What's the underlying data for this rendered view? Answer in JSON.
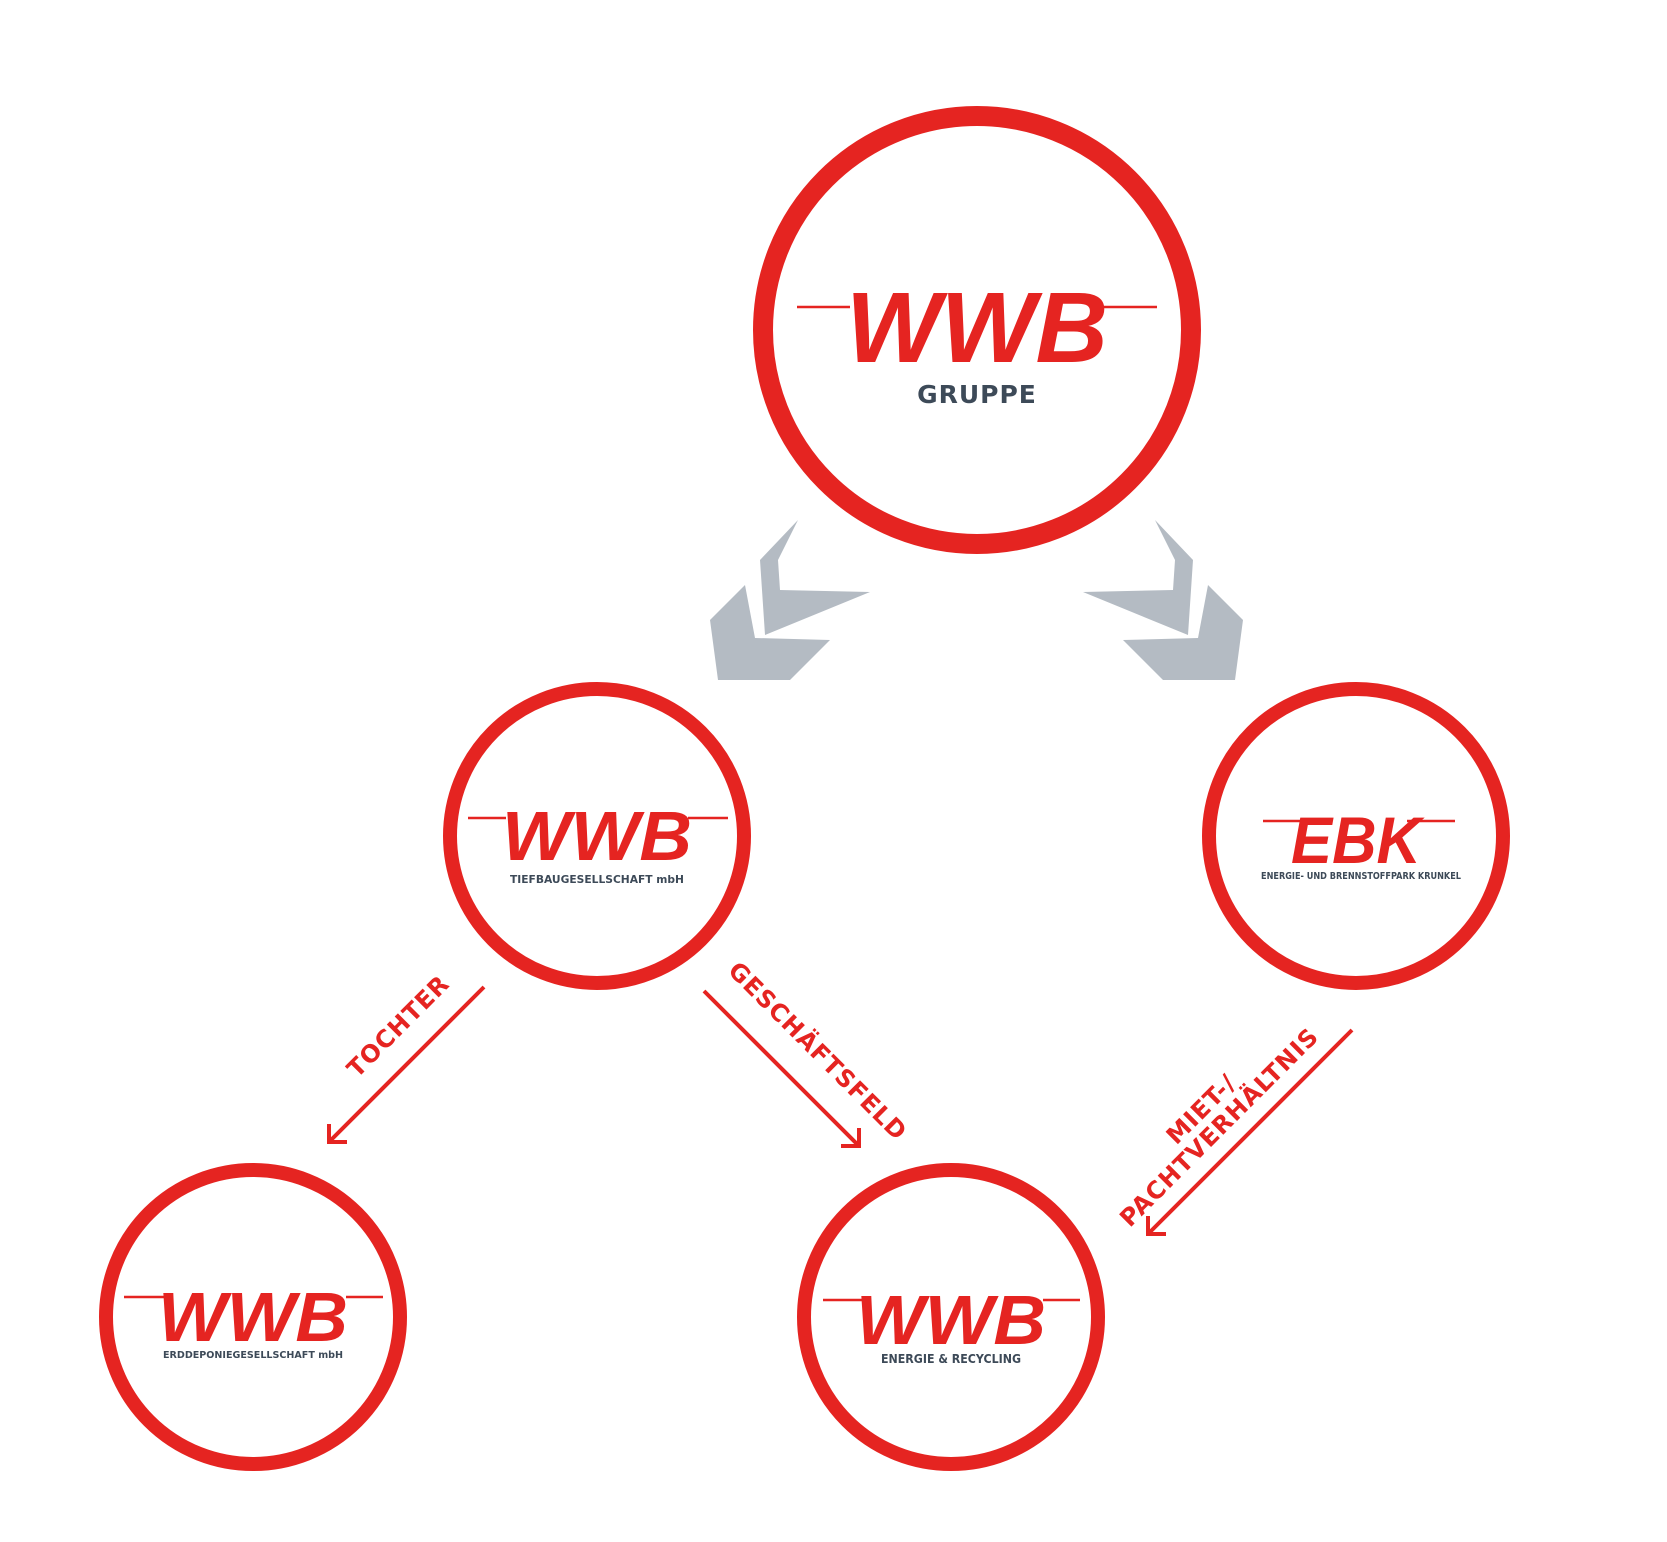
{
  "colors": {
    "brand_red": "#e52421",
    "subtitle_gray": "#3d4a58",
    "chevron_gray": "#b4bbc3",
    "background": "#ffffff"
  },
  "nodes": {
    "group": {
      "logo": "WWB",
      "subtitle": "GRUPPE"
    },
    "tiefbau": {
      "logo": "WWB",
      "subtitle": "TIEFBAUGESELLSCHAFT mbH"
    },
    "ebk": {
      "logo": "EBK",
      "subtitle": "ENERGIE- UND BRENNSTOFFPARK KRUNKEL"
    },
    "erddeponie": {
      "logo": "WWB",
      "subtitle": "ERDDEPONIEGESELLSCHAFT mbH"
    },
    "energie": {
      "logo": "WWB",
      "subtitle": "ENERGIE & RECYCLING"
    }
  },
  "edges": {
    "tochter": {
      "label": "TOCHTER"
    },
    "geschaeftsfeld": {
      "label": "GESCHÄFTSFELD"
    },
    "miet": {
      "label_line1": "MIET-/",
      "label_line2": "PACHTVERHÄLTNIS"
    }
  }
}
